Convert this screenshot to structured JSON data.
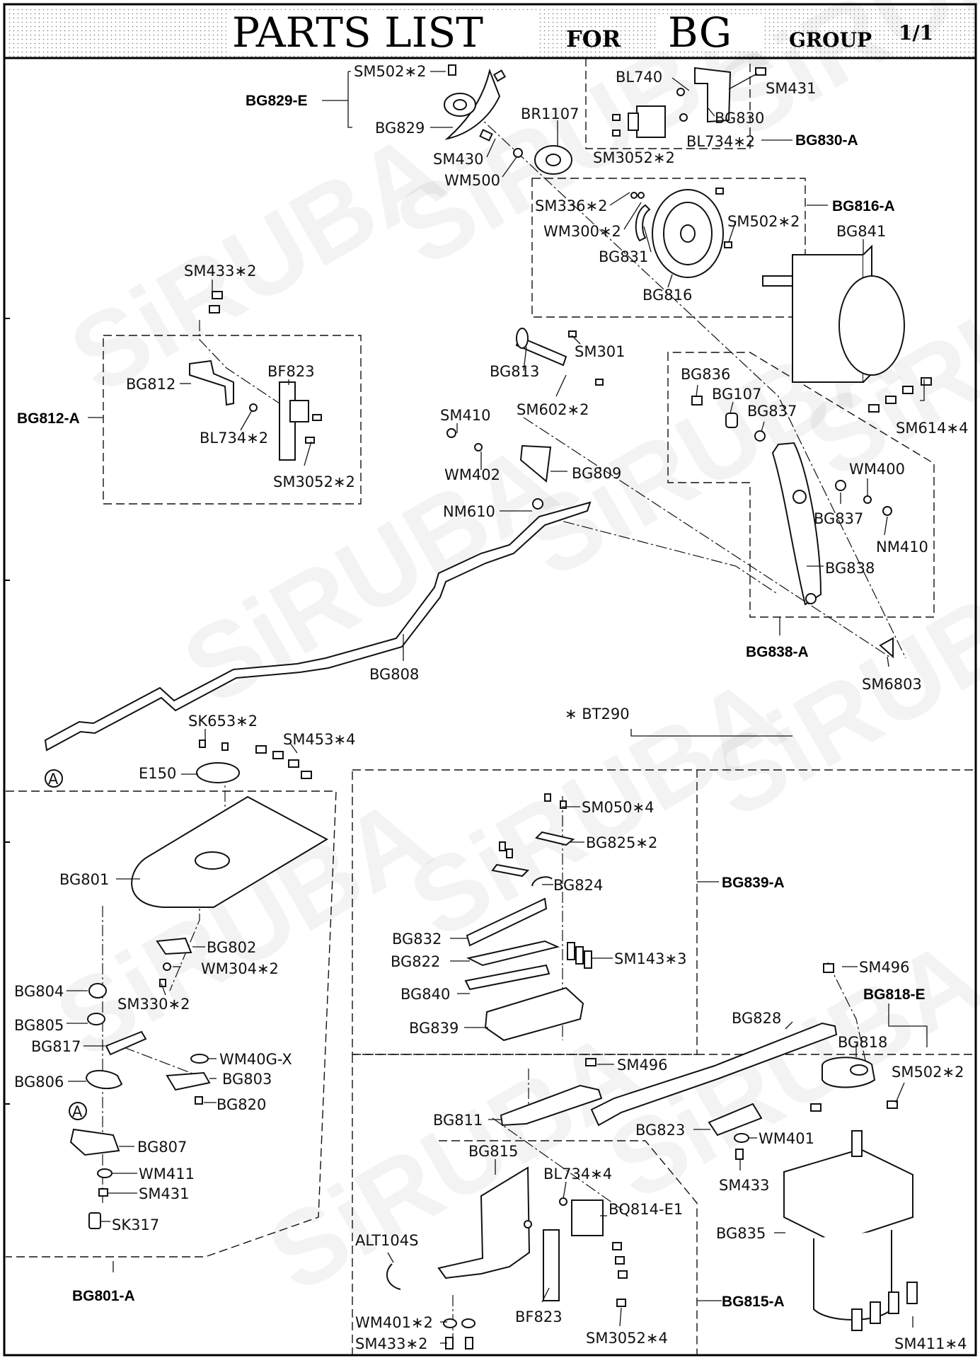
{
  "header": {
    "title_main": "PARTS LIST",
    "title_for": "FOR",
    "group_code": "BG",
    "title_group": "GROUP",
    "page": "1/1"
  },
  "watermark": {
    "text": "SiRUBA"
  },
  "assemblies": {
    "bg829e": "BG829-E",
    "bg830a": "BG830-A",
    "bg816a": "BG816-A",
    "bg812a": "BG812-A",
    "bg838a": "BG838-A",
    "bg839a": "BG839-A",
    "bg818e": "BG818-E",
    "bg801a": "BG801-A",
    "bg815a": "BG815-A"
  },
  "model_note": "∗ BT290",
  "ref_marker": "A",
  "parts": {
    "sm502_2_top": "SM502∗2",
    "bg829": "BG829",
    "sm430": "SM430",
    "wm500": "WM500",
    "br1107": "BR1107",
    "bl740": "BL740",
    "sm431_top": "SM431",
    "bg830": "BG830",
    "bl734_2_top": "BL734∗2",
    "sm3052_2_top": "SM3052∗2",
    "sm336_2": "SM336∗2",
    "wm300_2": "WM300∗2",
    "bg831": "BG831",
    "bg816": "BG816",
    "sm502_2_mid": "SM502∗2",
    "bg841": "BG841",
    "sm433_2_top": "SM433∗2",
    "bg812": "BG812",
    "bf823_top": "BF823",
    "bl734_2_mid": "BL734∗2",
    "sm3052_2_mid": "SM3052∗2",
    "bg813": "BG813",
    "sm301": "SM301",
    "sm602_2": "SM602∗2",
    "bg836": "BG836",
    "bg107": "BG107",
    "bg837_a": "BG837",
    "sm614_4": "SM614∗4",
    "sm410": "SM410",
    "wm402": "WM402",
    "bg809": "BG809",
    "nm610": "NM610",
    "wm400": "WM400",
    "bg837_b": "BG837",
    "nm410": "NM410",
    "bg838": "BG838",
    "bg808": "BG808",
    "sm6803": "SM6803",
    "sk653_2": "SK653∗2",
    "sm453_4": "SM453∗4",
    "e150": "E150",
    "sm050_4": "SM050∗4",
    "bg825_2": "BG825∗2",
    "bg801": "BG801",
    "bg824": "BG824",
    "bg832": "BG832",
    "bg822": "BG822",
    "sm143_3": "SM143∗3",
    "bg840": "BG840",
    "bg839": "BG839",
    "bg802": "BG802",
    "wm304_2": "WM304∗2",
    "bg804": "BG804",
    "sm330_2": "SM330∗2",
    "bg805": "BG805",
    "bg817": "BG817",
    "wm40gx": "WM40G-X",
    "bg806": "BG806",
    "bg803": "BG803",
    "bg820": "BG820",
    "bg807": "BG807",
    "wm411": "WM411",
    "sm431_low": "SM431",
    "sk317": "SK317",
    "sm496_a": "SM496",
    "bg828": "BG828",
    "bg818": "BG818",
    "sm502_2_low": "SM502∗2",
    "sm496_b": "SM496",
    "bg811": "BG811",
    "bg823": "BG823",
    "wm401": "WM401",
    "sm433": "SM433",
    "bg815": "BG815",
    "bl734_4": "BL734∗4",
    "bq814_e1": "BQ814-E1",
    "bg835": "BG835",
    "alt104s": "ALT104S",
    "bf823_low": "BF823",
    "wm401_2": "WM401∗2",
    "sm433_2_low": "SM433∗2",
    "sm3052_4": "SM3052∗4",
    "sm411_4": "SM411∗4"
  }
}
